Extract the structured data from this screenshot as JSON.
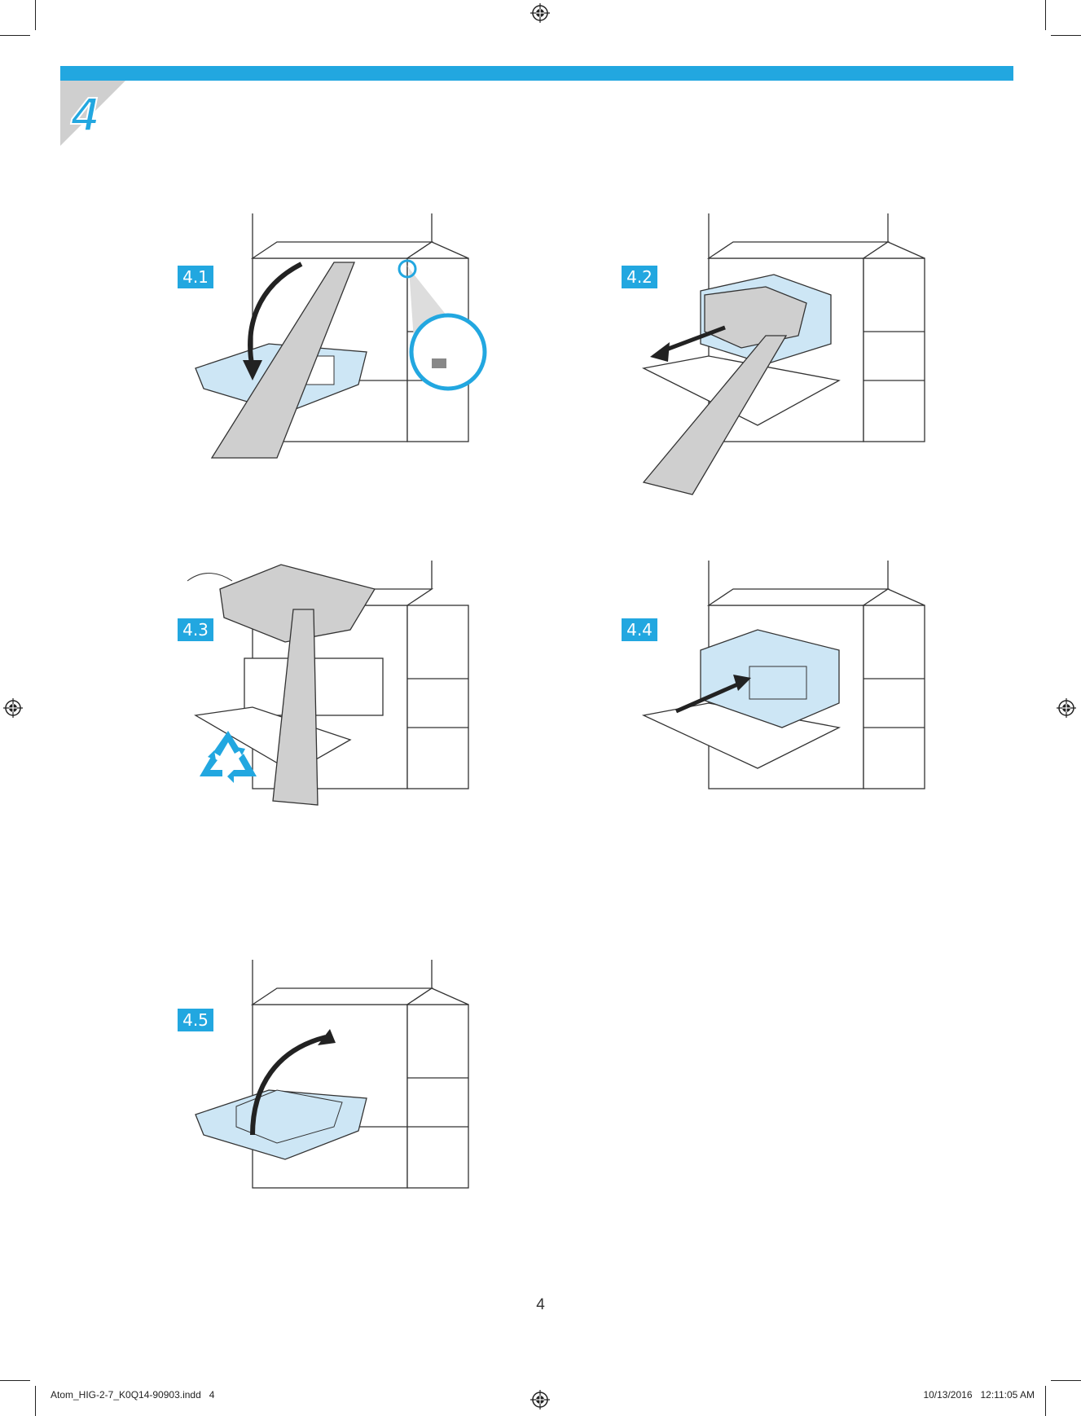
{
  "header": {
    "step_number": "4",
    "accent_color": "#22a7e0"
  },
  "steps": [
    {
      "label": "4.1"
    },
    {
      "label": "4.2"
    },
    {
      "label": "4.3"
    },
    {
      "label": "4.4"
    },
    {
      "label": "4.5"
    }
  ],
  "footer": {
    "page_number": "4",
    "file_slug": "Atom_HIG-2-7_K0Q14-90903.indd   4",
    "timestamp": "10/13/2016   12:11:05 AM"
  },
  "icons": [
    "registration-mark-icon",
    "recycle-icon",
    "printer-illustration"
  ]
}
